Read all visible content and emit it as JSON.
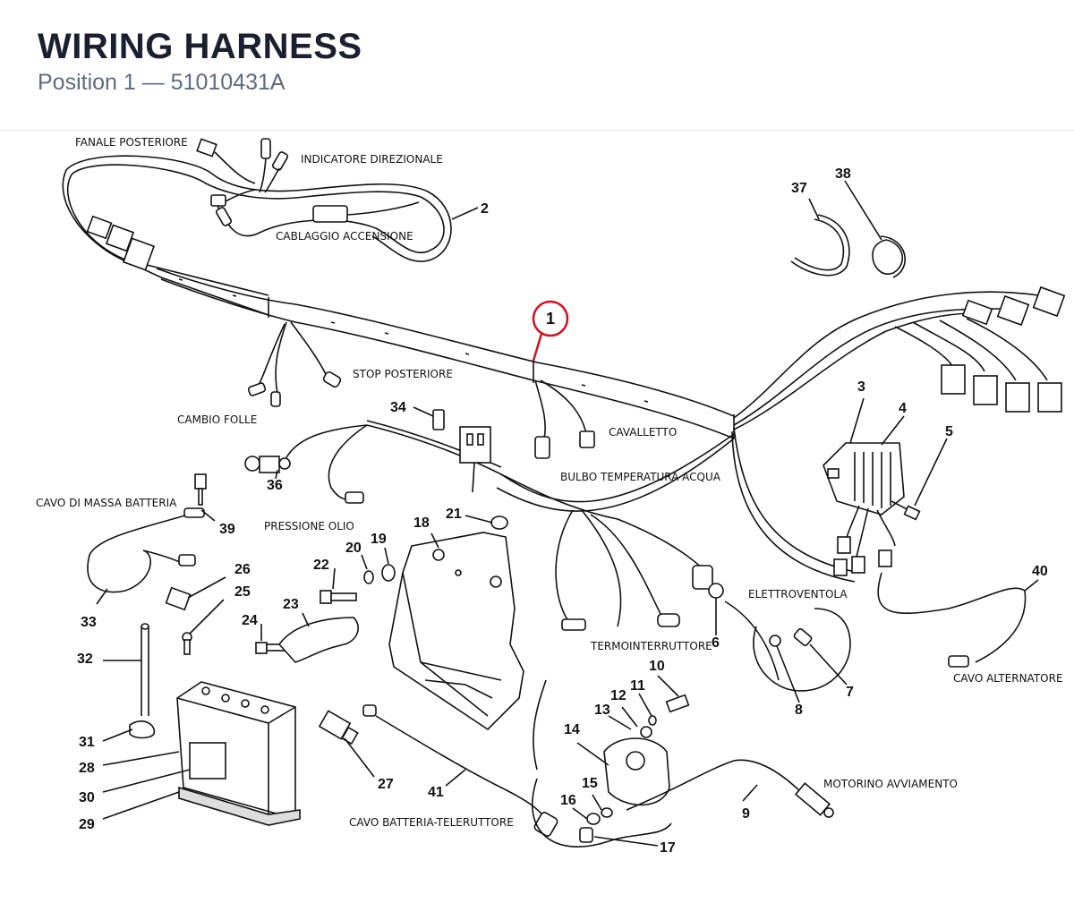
{
  "header": {
    "title": "WIRING HARNESS",
    "subtitle": "Position 1 — 51010431A"
  },
  "accent_color": "#d0101e",
  "labels": {
    "fanale_posteriore": "FANALE POSTERIORE",
    "indicatore_direzionale": "INDICATORE DIREZIONALE",
    "cablaggio_accensione": "CABLAGGIO ACCENSIONE",
    "stop_posteriore": "STOP POSTERIORE",
    "cambio_folle": "CAMBIO FOLLE",
    "cavalletto": "CAVALLETTO",
    "bulbo_temperatura_acqua": "BULBO TEMPERATURA ACQUA",
    "cavo_di_massa_batteria": "CAVO DI MASSA BATTERIA",
    "pressione_olio": "PRESSIONE OLIO",
    "elettroventola": "ELETTROVENTOLA",
    "termointerruttore": "TERMOINTERRUTTORE",
    "cavo_alternatore": "CAVO ALTERNATORE",
    "motorino_avviamento": "MOTORINO AVVIAMENTO",
    "cavo_batteria_teleruttore": "CAVO BATTERIA-TELERUTTORE"
  },
  "parts": {
    "p1": "1",
    "p2": "2",
    "p3": "3",
    "p4": "4",
    "p5": "5",
    "p6": "6",
    "p7": "7",
    "p8": "8",
    "p9": "9",
    "p10": "10",
    "p11": "11",
    "p12": "12",
    "p13": "13",
    "p14": "14",
    "p15": "15",
    "p16": "16",
    "p17": "17",
    "p18": "18",
    "p19": "19",
    "p20": "20",
    "p21": "21",
    "p22": "22",
    "p23": "23",
    "p24": "24",
    "p25": "25",
    "p26": "26",
    "p27": "27",
    "p28": "28",
    "p29": "29",
    "p30": "30",
    "p31": "31",
    "p32": "32",
    "p33": "33",
    "p34": "34",
    "p36": "36",
    "p37": "37",
    "p38": "38",
    "p39": "39",
    "p40": "40",
    "p41": "41"
  }
}
